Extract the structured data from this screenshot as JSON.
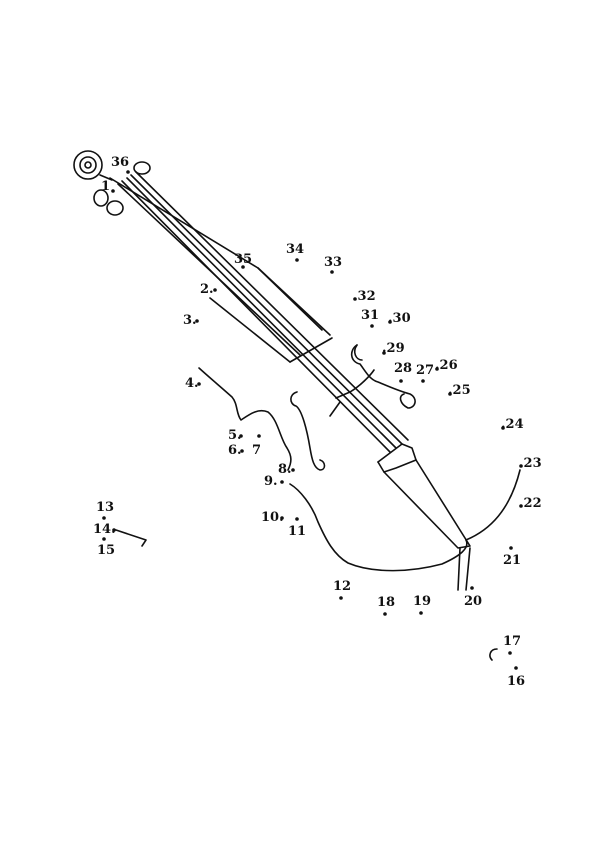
{
  "labels": {
    "n1": "1",
    "n2": "2.",
    "n3": "3.",
    "n4": "4.",
    "n5": "5.",
    "n6": "6.",
    "n7": "7",
    "n8": "8.",
    "n9": "9.",
    "n10": "10.",
    "n11": "11",
    "n12": "12",
    "n13": "13",
    "n14": "14.",
    "n15": "15",
    "n16": "16",
    "n17": "17",
    "n18": "18",
    "n19": "19",
    "n20": "20",
    "n21": "21",
    "n22": ".22",
    "n23": ".23",
    "n24": ".24",
    "n25": ".25",
    "n26": ".26",
    "n27": "27",
    "n28": "28",
    "n29": ".29",
    "n30": ".30",
    "n31": "31",
    "n32": ".32",
    "n33": "33",
    "n34": "34",
    "n35": "35",
    "n36": "36"
  }
}
